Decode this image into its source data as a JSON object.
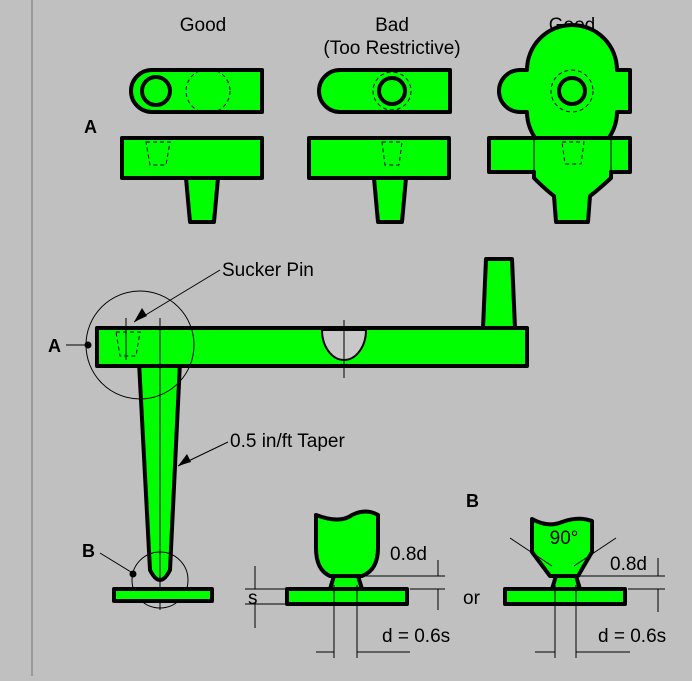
{
  "column_headers": {
    "good_left": "Good",
    "bad_line1": "Bad",
    "bad_line2": "(Too Restrictive)",
    "good_right": "Good"
  },
  "labels": {
    "a_top": "A",
    "a_main": "A",
    "b_main": "B",
    "b_right": "B",
    "sucker_pin": "Sucker Pin",
    "taper": "0.5 in/ft Taper",
    "angle": "90°",
    "or": "or"
  },
  "dimensions": {
    "height_left": "0.8d",
    "height_right": "0.8d",
    "s_label": "s",
    "diameter_left": "d = 0.6s",
    "diameter_right": "d = 0.6s"
  },
  "colors": {
    "background": "#c0c0c0",
    "part_fill": "#00ff00",
    "outline": "#000000"
  }
}
